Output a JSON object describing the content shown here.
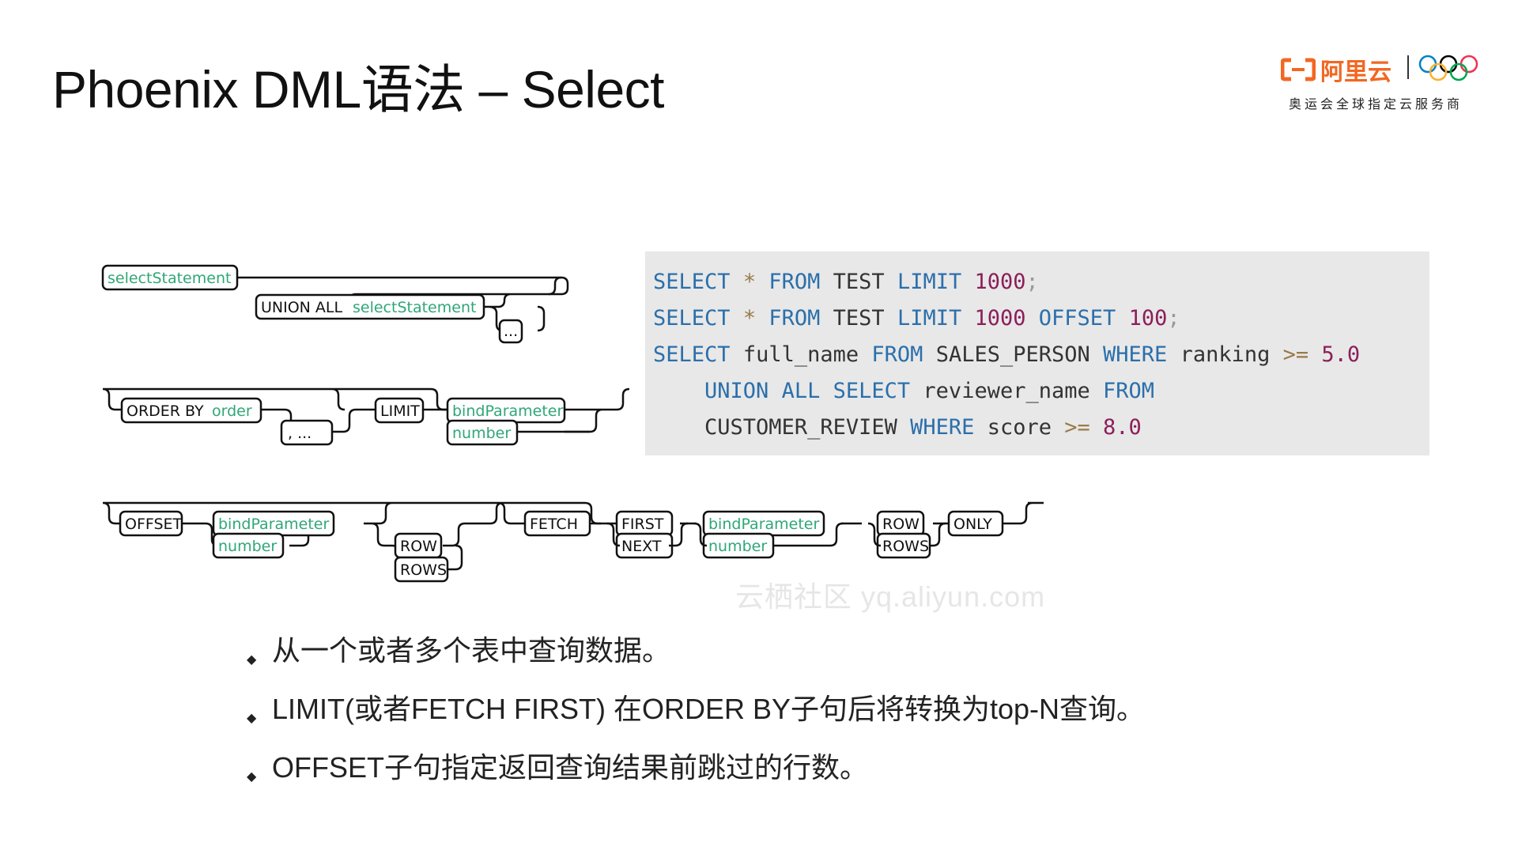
{
  "slide": {
    "title": "Phoenix DML语法 – Select"
  },
  "logo": {
    "brand_text": "阿里云",
    "tagline": "奥运会全球指定云服务商"
  },
  "railroad": {
    "select_statement": "selectStatement",
    "union_all": "UNION ALL",
    "ellipsis": "...",
    "order_by": "ORDER BY",
    "order": "order",
    "comma_ellipsis": ", ...",
    "limit": "LIMIT",
    "bind_parameter": "bindParameter",
    "number": "number",
    "offset": "OFFSET",
    "row": "ROW",
    "rows": "ROWS",
    "fetch": "FETCH",
    "first": "FIRST",
    "next": "NEXT",
    "only": "ONLY"
  },
  "code": {
    "lines": [
      [
        "SELECT",
        "*",
        "FROM",
        "TEST",
        "LIMIT",
        "1000",
        ";"
      ],
      [
        "SELECT",
        "*",
        "FROM",
        "TEST",
        "LIMIT",
        "1000",
        "OFFSET",
        "100",
        ";"
      ],
      [
        "SELECT",
        "full_name",
        "FROM",
        "SALES_PERSON",
        "WHERE",
        "ranking",
        ">=",
        "5.0"
      ],
      [
        "UNION ALL",
        "SELECT",
        "reviewer_name",
        "FROM"
      ],
      [
        "CUSTOMER_REVIEW",
        "WHERE",
        "score",
        ">=",
        "8.0"
      ]
    ]
  },
  "watermark": "云栖社区 yq.aliyun.com",
  "bullets": [
    "从一个或者多个表中查询数据。",
    "LIMIT(或者FETCH FIRST) 在ORDER BY子句后将转换为top-N查询。",
    "OFFSET子句指定返回查询结果前跳过的行数。"
  ],
  "colors": {
    "keyword": "#2b6fab",
    "number": "#8b1f5a",
    "operator": "#9a7a4a",
    "nonterminal": "#2fa776",
    "brand": "#f26722"
  }
}
